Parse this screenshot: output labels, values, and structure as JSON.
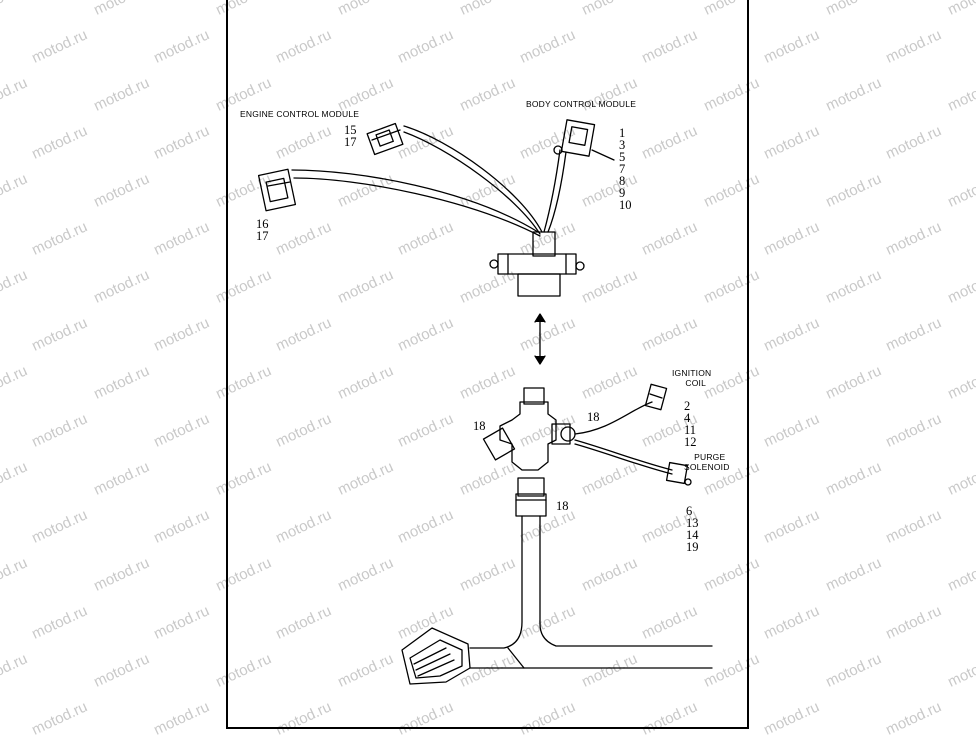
{
  "watermark": "motod.ru",
  "captions": {
    "ecm": "ENGINE CONTROL MODULE",
    "bcm": "BODY CONTROL MODULE",
    "ignition_line1": "IGNITION",
    "ignition_line2": "COIL",
    "purge_line1": "PURGE",
    "purge_line2": "SOLENOID"
  },
  "callouts": {
    "ecm_top": [
      "15",
      "17"
    ],
    "ecm_left": [
      "16",
      "17"
    ],
    "bcm": [
      "1",
      "3",
      "5",
      "7",
      "8",
      "9",
      "10"
    ],
    "ignition": [
      "2",
      "4",
      "11",
      "12"
    ],
    "purge": [
      "6",
      "13",
      "14",
      "19"
    ],
    "valve_left": "18",
    "valve_right": "18",
    "hose_clamp": "18"
  },
  "colors": {
    "line": "#000000",
    "watermark": "#c9c9c9",
    "background": "#ffffff"
  }
}
